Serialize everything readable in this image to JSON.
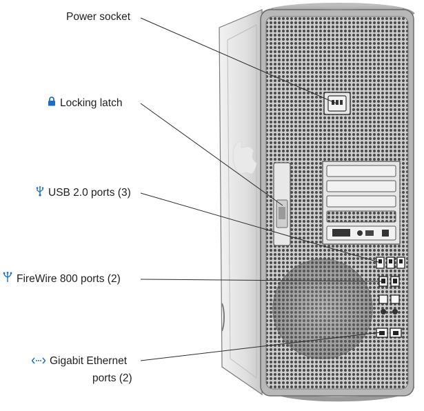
{
  "labels": {
    "power_socket": "Power socket",
    "locking_latch": "Locking latch",
    "usb_ports": "USB 2.0 ports (3)",
    "firewire_ports": "FireWire 800 ports (2)",
    "ethernet_line1": "Gigabit Ethernet",
    "ethernet_line2": "ports (2)"
  },
  "icons": {
    "locking_latch": "padlock-icon",
    "usb_ports": "usb-trident-icon",
    "firewire_ports": "firewire-icon",
    "ethernet_ports": "ethernet-arrows-icon"
  },
  "colors": {
    "accent_blue": "#1a6fc4",
    "case_silver": "#d9d9d9",
    "case_dark": "#6b6b6b",
    "leader_line": "#2a2a2a"
  }
}
